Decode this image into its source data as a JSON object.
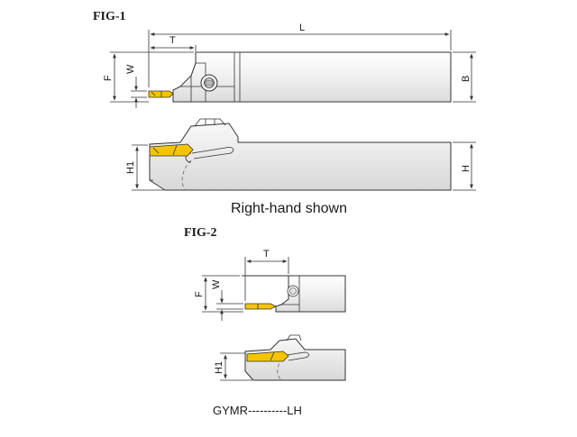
{
  "fig1": {
    "title": "FIG-1",
    "labels": {
      "L": "L",
      "T": "T",
      "F": "F",
      "W": "W",
      "B": "B",
      "H1": "H1",
      "H": "H"
    },
    "caption": "Right-hand shown"
  },
  "fig2": {
    "title": "FIG-2",
    "labels": {
      "T": "T",
      "F": "F",
      "W": "W",
      "H1": "H1"
    },
    "caption": "GYMR----------LH"
  },
  "colors": {
    "insert": "#f5c400",
    "body_light": "#f2f2f2",
    "body_dark": "#d6d6d6",
    "line": "#333333"
  }
}
